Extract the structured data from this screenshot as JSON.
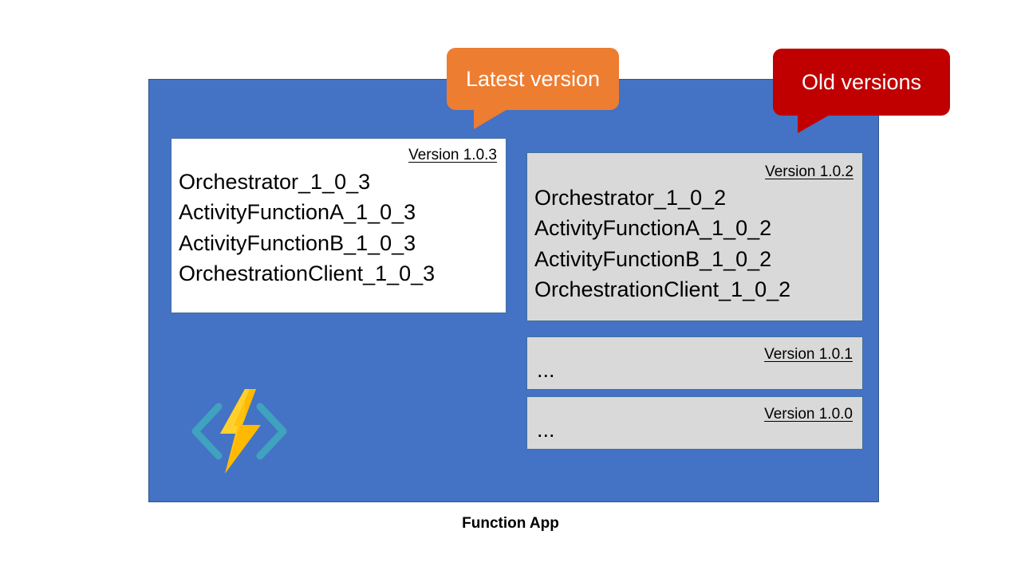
{
  "caption": "Function App",
  "colors": {
    "container_blue": "#4472C4",
    "latest_card_bg": "#FFFFFF",
    "old_card_bg": "#D9D9D9",
    "callout_latest": "#ED7D31",
    "callout_old": "#C00000",
    "logo_bolt": "#FFC20E",
    "logo_brackets": "#3FA2BF"
  },
  "callouts": {
    "latest": {
      "label": "Latest version"
    },
    "old": {
      "label": "Old versions"
    }
  },
  "cards": [
    {
      "id": "card-103",
      "version_label": "Version 1.0.3",
      "kind": "latest",
      "functions": [
        "Orchestrator_1_0_3",
        "ActivityFunctionA_1_0_3",
        "ActivityFunctionB_1_0_3",
        "OrchestrationClient_1_0_3"
      ]
    },
    {
      "id": "card-102",
      "version_label": "Version 1.0.2",
      "kind": "old",
      "functions": [
        "Orchestrator_1_0_2",
        "ActivityFunctionA_1_0_2",
        "ActivityFunctionB_1_0_2",
        "OrchestrationClient_1_0_2"
      ]
    },
    {
      "id": "card-101",
      "version_label": "Version 1.0.1",
      "kind": "old",
      "ellipsis": "..."
    },
    {
      "id": "card-100",
      "version_label": "Version 1.0.0",
      "kind": "old",
      "ellipsis": "..."
    }
  ],
  "logo": {
    "name": "azure-functions-logo"
  }
}
